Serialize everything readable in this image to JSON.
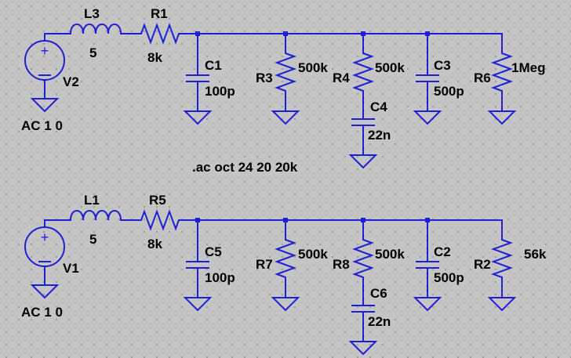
{
  "directive": ".ac oct 24 20 20k",
  "circuits": [
    {
      "source": {
        "name": "V2",
        "value": "AC 1 0"
      },
      "inductor": {
        "name": "L3",
        "value": "5"
      },
      "series_resistor": {
        "name": "R1",
        "value": "8k"
      },
      "cap_a": {
        "name": "C1",
        "value": "100p"
      },
      "res_a": {
        "name": "R3",
        "value": "500k"
      },
      "res_b": {
        "name": "R4",
        "value": "500k"
      },
      "cap_b_series": {
        "name": "C4",
        "value": "22n"
      },
      "cap_c": {
        "name": "C3",
        "value": "500p"
      },
      "res_load": {
        "name": "R6",
        "value": "1Meg"
      }
    },
    {
      "source": {
        "name": "V1",
        "value": "AC 1 0"
      },
      "inductor": {
        "name": "L1",
        "value": "5"
      },
      "series_resistor": {
        "name": "R5",
        "value": "8k"
      },
      "cap_a": {
        "name": "C5",
        "value": "100p"
      },
      "res_a": {
        "name": "R7",
        "value": "500k"
      },
      "res_b": {
        "name": "R8",
        "value": "500k"
      },
      "cap_b_series": {
        "name": "C6",
        "value": "22n"
      },
      "cap_c": {
        "name": "C2",
        "value": "500p"
      },
      "res_load": {
        "name": "R2",
        "value": "56k"
      }
    }
  ]
}
